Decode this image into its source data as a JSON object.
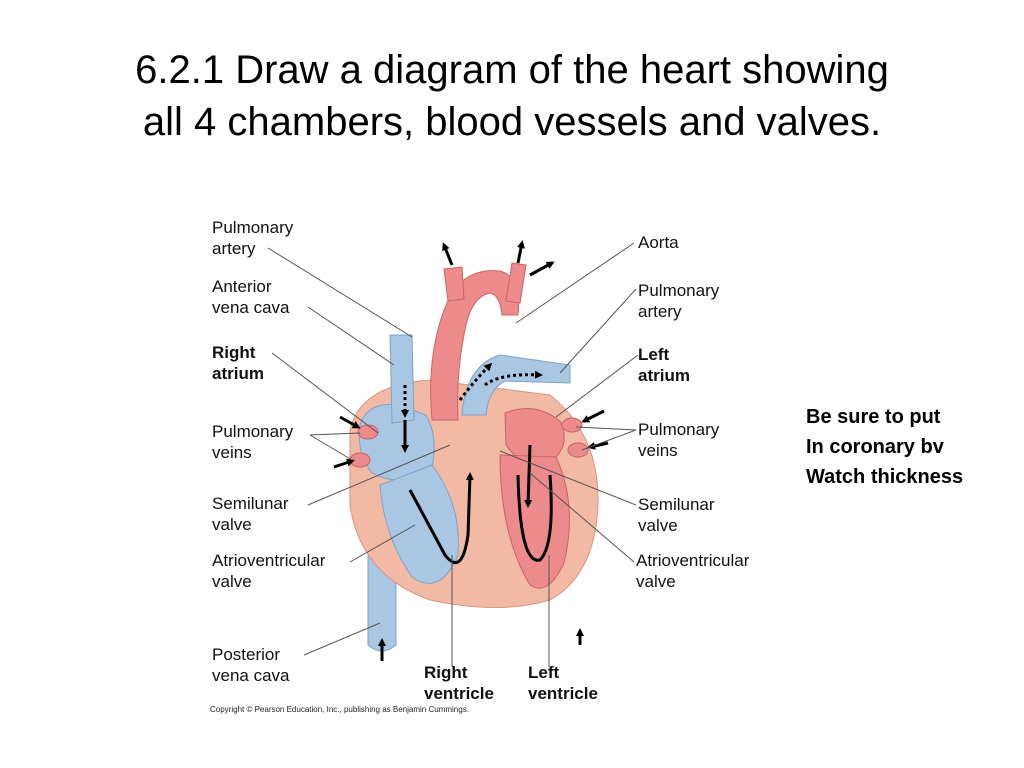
{
  "title": {
    "line1": "6.2.1 Draw a diagram of the heart showing",
    "line2": "all 4 chambers, blood vessels and valves."
  },
  "labels": {
    "pulmonary_artery_left": [
      "Pulmonary",
      "artery"
    ],
    "anterior_vena_cava": [
      "Anterior",
      "vena cava"
    ],
    "right_atrium": [
      "Right",
      "atrium"
    ],
    "pulmonary_veins_left": [
      "Pulmonary",
      "veins"
    ],
    "semilunar_valve_left": [
      "Semilunar",
      "valve"
    ],
    "atrioventricular_valve_left": [
      "Atrioventricular",
      "valve"
    ],
    "posterior_vena_cava": [
      "Posterior",
      "vena cava"
    ],
    "right_ventricle": [
      "Right",
      "ventricle"
    ],
    "left_ventricle": [
      "Left",
      "ventricle"
    ],
    "aorta": [
      "Aorta"
    ],
    "pulmonary_artery_right": [
      "Pulmonary",
      "artery"
    ],
    "left_atrium": [
      "Left",
      "atrium"
    ],
    "pulmonary_veins_right": [
      "Pulmonary",
      "veins"
    ],
    "semilunar_valve_right": [
      "Semilunar",
      "valve"
    ],
    "atrioventricular_valve_right": [
      "Atrioventricular",
      "valve"
    ]
  },
  "copyright": "Copyright © Pearson Education, Inc., publishing as Benjamin Cummings.",
  "note": {
    "line1": "Be sure to put",
    "line2": "In coronary bv",
    "line3": "Watch thickness"
  },
  "colors": {
    "oxygenated": "#ec8a8c",
    "deoxygenated": "#a9c6e2",
    "muscle": "#f2b9a4",
    "leader_line": "#555555"
  }
}
